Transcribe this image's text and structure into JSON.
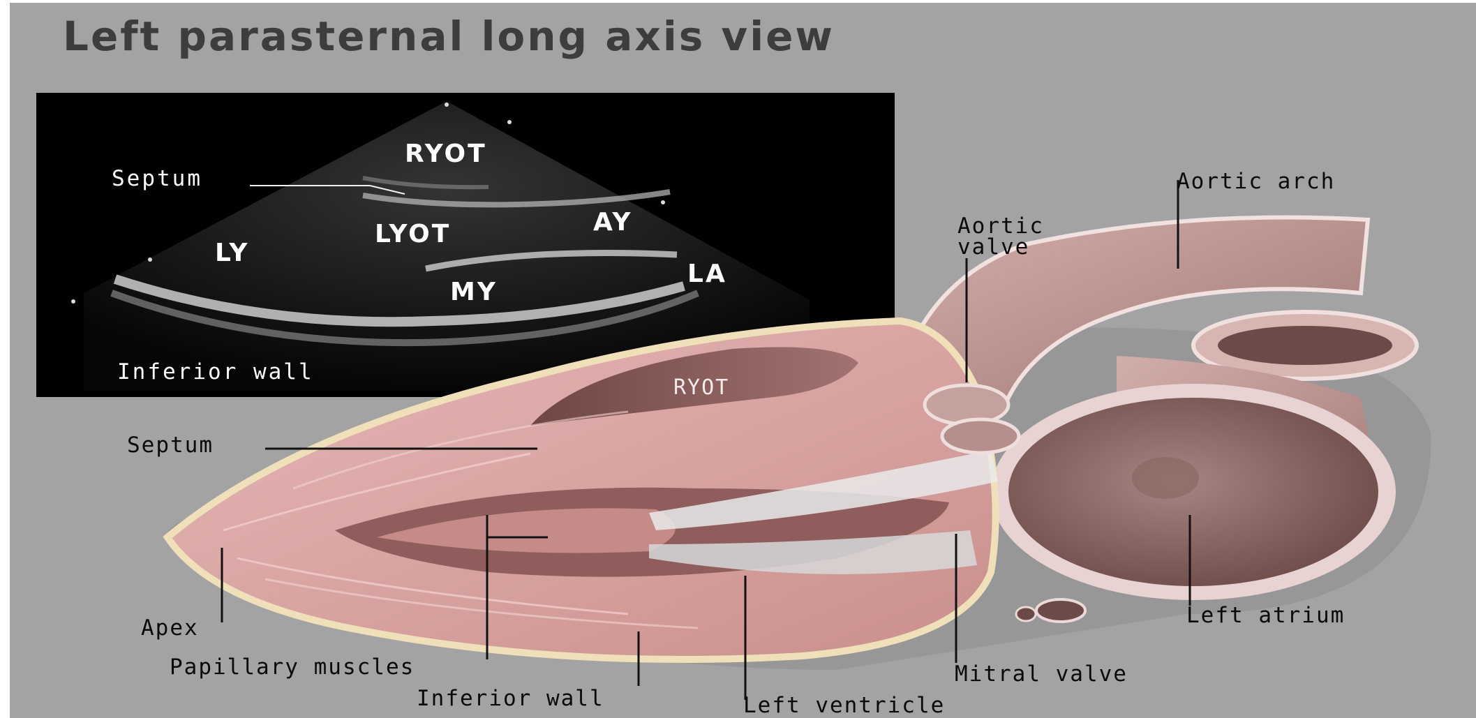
{
  "title": "Left parasternal long axis view",
  "echo": {
    "labels": {
      "ryot": "RYOT",
      "septum": "Septum",
      "ly": "LY",
      "lyot": "LYOT",
      "ay": "AY",
      "la": "LA",
      "my": "MY",
      "inferior_wall": "Inferior wall"
    }
  },
  "heart": {
    "labels": {
      "aortic_arch": "Aortic arch",
      "aortic_valve_line1": "Aortic",
      "aortic_valve_line2": "valve",
      "ryot": "RYOT",
      "septum": "Septum",
      "apex": "Apex",
      "papillary_muscles": "Papillary muscles",
      "inferior_wall": "Inferior wall",
      "left_ventricle": "Left ventricle",
      "mitral_valve": "Mitral valve",
      "left_atrium": "Left atrium"
    }
  },
  "colors": {
    "background": "#a3a3a3",
    "echo_panel": "#000000",
    "myocardium": "#dca8a6",
    "cavity": "#8a5f5d",
    "vessel": "#b7908c"
  }
}
